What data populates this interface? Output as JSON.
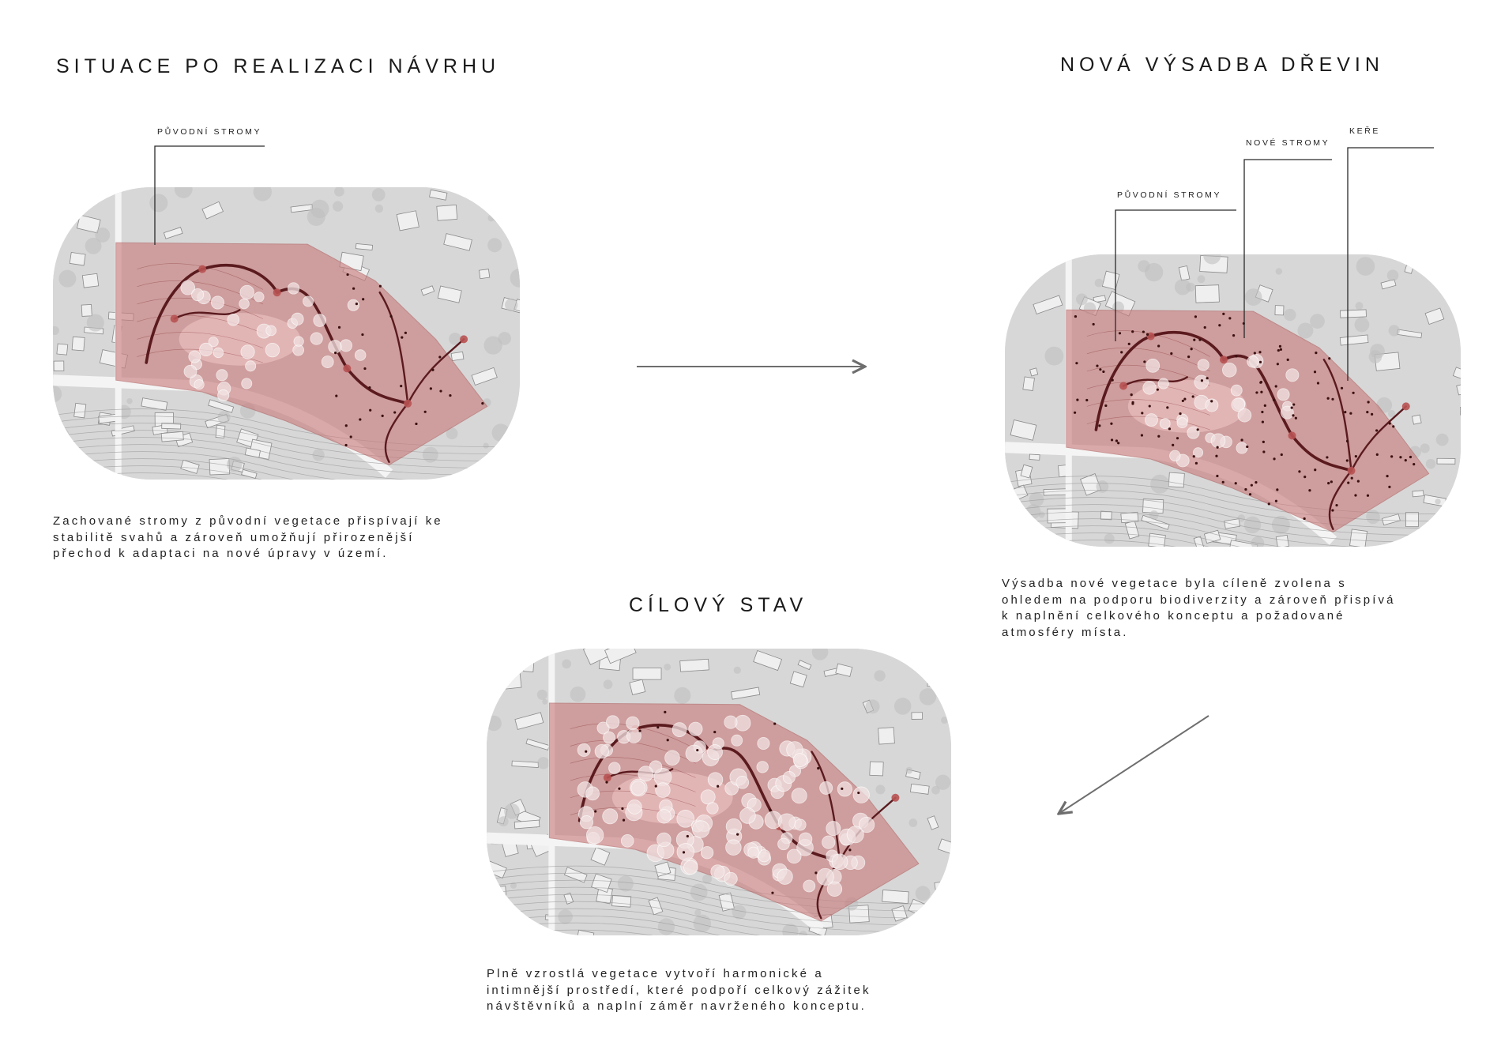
{
  "sections": [
    {
      "title": "SITUACE PO REALIZACI NÁVRHU",
      "description_lines": [
        "Zachované stromy z původní vegetace přispívají ke",
        "stabilitě svahů a zároveň umožňují přirozenější",
        "přechod k adaptaci na nové úpravy v území."
      ],
      "callouts": [
        "PŮVODNÍ STROMY"
      ]
    },
    {
      "title": "NOVÁ VÝSADBA DŘEVIN",
      "description_lines": [
        "Výsadba nové vegetace byla cíleně zvolena s",
        "ohledem na podporu biodiverzity a zároveň přispívá",
        "k naplnění celkového konceptu a požadované",
        "atmosféry místa."
      ],
      "callouts": [
        "PŮVODNÍ STROMY",
        "NOVÉ STROMY",
        "KEŘE"
      ]
    },
    {
      "title": "CÍLOVÝ STAV",
      "description_lines": [
        "Plně vzrostlá vegetace vytvoří harmonické a",
        "intimnější prostředí, které podpoří celkový zážitek",
        "návštěvníků a naplní záměr navrženého konceptu."
      ],
      "callouts": []
    }
  ],
  "colors": {
    "park_fill": "#c97b7b",
    "paths": "#5a1a1e",
    "trees": "#f2e2e2",
    "map": "#d7d7d7",
    "arrows": "#6e6e6e"
  }
}
